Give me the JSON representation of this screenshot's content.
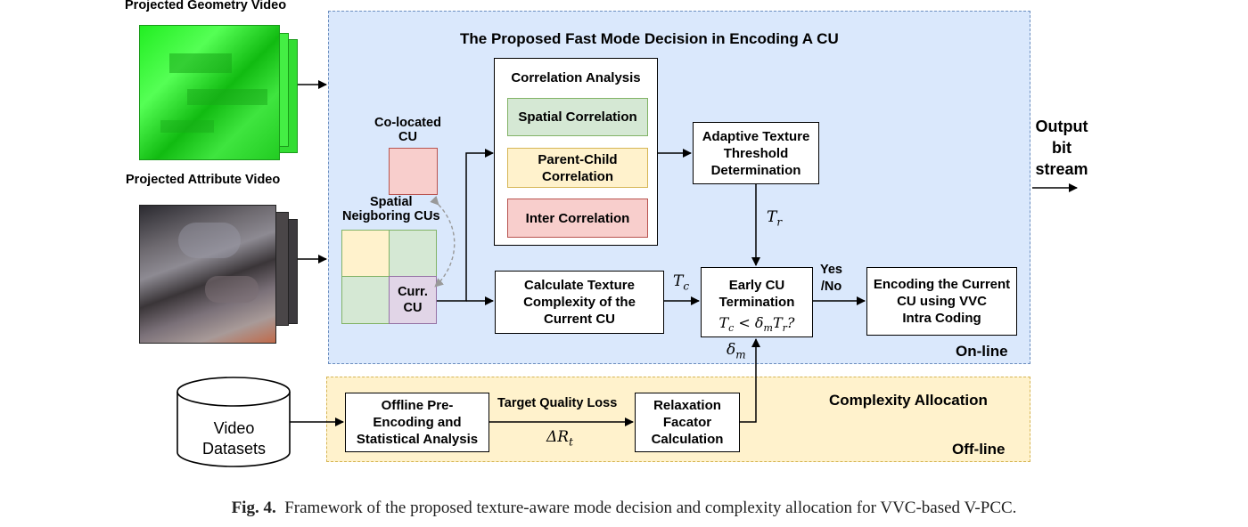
{
  "labels": {
    "geometry_video": "Projected Geometry  Video",
    "attribute_video": "Projected Attribute  Video",
    "online_title": "The Proposed Fast Mode Decision in Encoding A CU",
    "co_located": "Co-located\nCU",
    "spatial_neighboring": "Spatial\nNeigboring CUs",
    "curr_cu": "Curr.\nCU",
    "output": "Output\nbit\nstream",
    "online": "On-line",
    "complexity_allocation": "Complexity Allocation",
    "offline": "Off-line",
    "yes_no": "Yes\n/No",
    "target_quality_loss": "Target Quality Loss"
  },
  "boxes": {
    "correlation_analysis": "Correlation Analysis",
    "spatial_correlation": "Spatial Correlation",
    "parent_child_correlation": "Parent-Child\nCorrelation",
    "inter_correlation": "Inter Correlation",
    "adaptive_texture": "Adaptive Texture\nThreshold\nDetermination",
    "calc_texture": "Calculate Texture\nComplexity of the\nCurrent CU",
    "early_cu": "Early CU\nTermination",
    "encoding_cu": "Encoding the Current\nCU using VVC\nIntra Coding",
    "offline_pre": "Offline Pre-\nEncoding and\nStatistical Analysis",
    "relaxation": "Relaxation\nFacator\nCalculation",
    "video_datasets": "Video\nDatasets"
  },
  "math": {
    "tr": "T",
    "tr_sub": "r",
    "tc": "T",
    "tc_sub": "c",
    "condition": "T_c < δ_m T_r ?",
    "delta_m": "δ",
    "delta_m_sub": "m",
    "delta_rt": "ΔR",
    "delta_rt_sub": "t"
  },
  "caption": {
    "prefix": "Fig. 4.",
    "text": "Framework of the proposed texture-aware mode decision and complexity allocation for VVC-based V-PCC."
  },
  "colors": {
    "online_bg": "#dae8fc",
    "offline_bg": "#fff2cc",
    "green": "#d5e8d4",
    "yellow": "#fff2cc",
    "red": "#f8cecc",
    "purple": "#e1d5e7"
  }
}
